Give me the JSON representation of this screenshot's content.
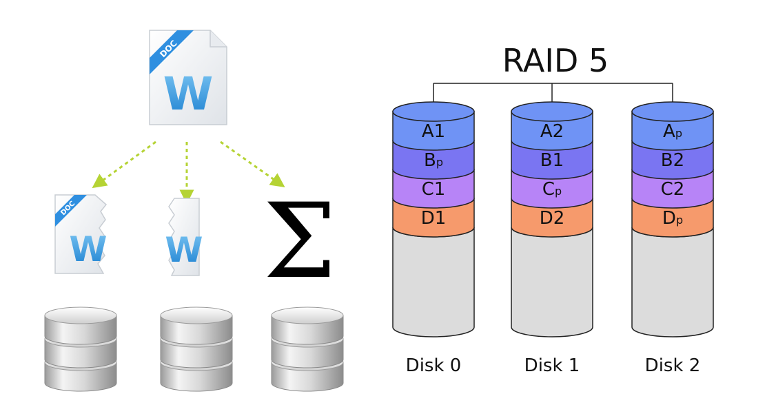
{
  "left_panel": {
    "source_file": {
      "badge": "DOC",
      "letter": "W"
    },
    "fragments": [
      {
        "badge": "DOC",
        "letter": "W"
      },
      {
        "badge": "",
        "letter": "W"
      },
      {
        "symbol": "Σ"
      }
    ],
    "arrow_color": "#b5d334",
    "drive_stack_count": 3
  },
  "raid": {
    "title": "RAID 5",
    "disks": [
      {
        "label": "Disk 0",
        "blocks": [
          {
            "text": "A1",
            "base": "A1",
            "sub": ""
          },
          {
            "text": "Bp",
            "base": "B",
            "sub": "p"
          },
          {
            "text": "C1",
            "base": "C1",
            "sub": ""
          },
          {
            "text": "D1",
            "base": "D1",
            "sub": ""
          }
        ]
      },
      {
        "label": "Disk 1",
        "blocks": [
          {
            "text": "A2",
            "base": "A2",
            "sub": ""
          },
          {
            "text": "B1",
            "base": "B1",
            "sub": ""
          },
          {
            "text": "Cp",
            "base": "C",
            "sub": "p"
          },
          {
            "text": "D2",
            "base": "D2",
            "sub": ""
          }
        ]
      },
      {
        "label": "Disk 2",
        "blocks": [
          {
            "text": "Ap",
            "base": "A",
            "sub": "p"
          },
          {
            "text": "B2",
            "base": "B2",
            "sub": ""
          },
          {
            "text": "C2",
            "base": "C2",
            "sub": ""
          },
          {
            "text": "Dp",
            "base": "D",
            "sub": "p"
          }
        ]
      }
    ],
    "stripe_colors": {
      "A": "#6f93f5",
      "B": "#7a75f2",
      "C": "#b784f7",
      "D": "#f69a6c",
      "empty": "#dcdcdc"
    }
  }
}
